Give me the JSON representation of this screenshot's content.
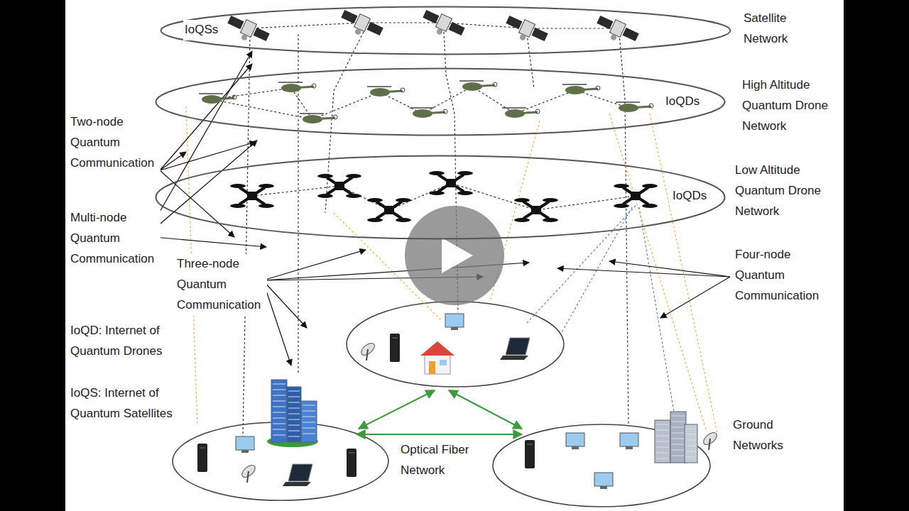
{
  "diagram": {
    "nodes": [
      {
        "text": [
          "IoQSs",
          "Satellite Network"
        ]
      },
      {
        "text": [
          "IoQDs",
          "High Altitude Quantum Drone Network"
        ]
      },
      {
        "text": [
          "IoQDs",
          "Low Altitude Quantum Drone Network"
        ]
      }
    ],
    "labels": [
      "Two-node Quantum Communication",
      "Multi-node Quantum Communication",
      "Three-node Quantum Communication",
      "Four-node Quantum Communication",
      "IoQD: Internet of Quantum Drones",
      "IoQS: Internet of Quantum Satellites",
      "Optical Fiber Network",
      "Ground Networks"
    ]
  }
}
